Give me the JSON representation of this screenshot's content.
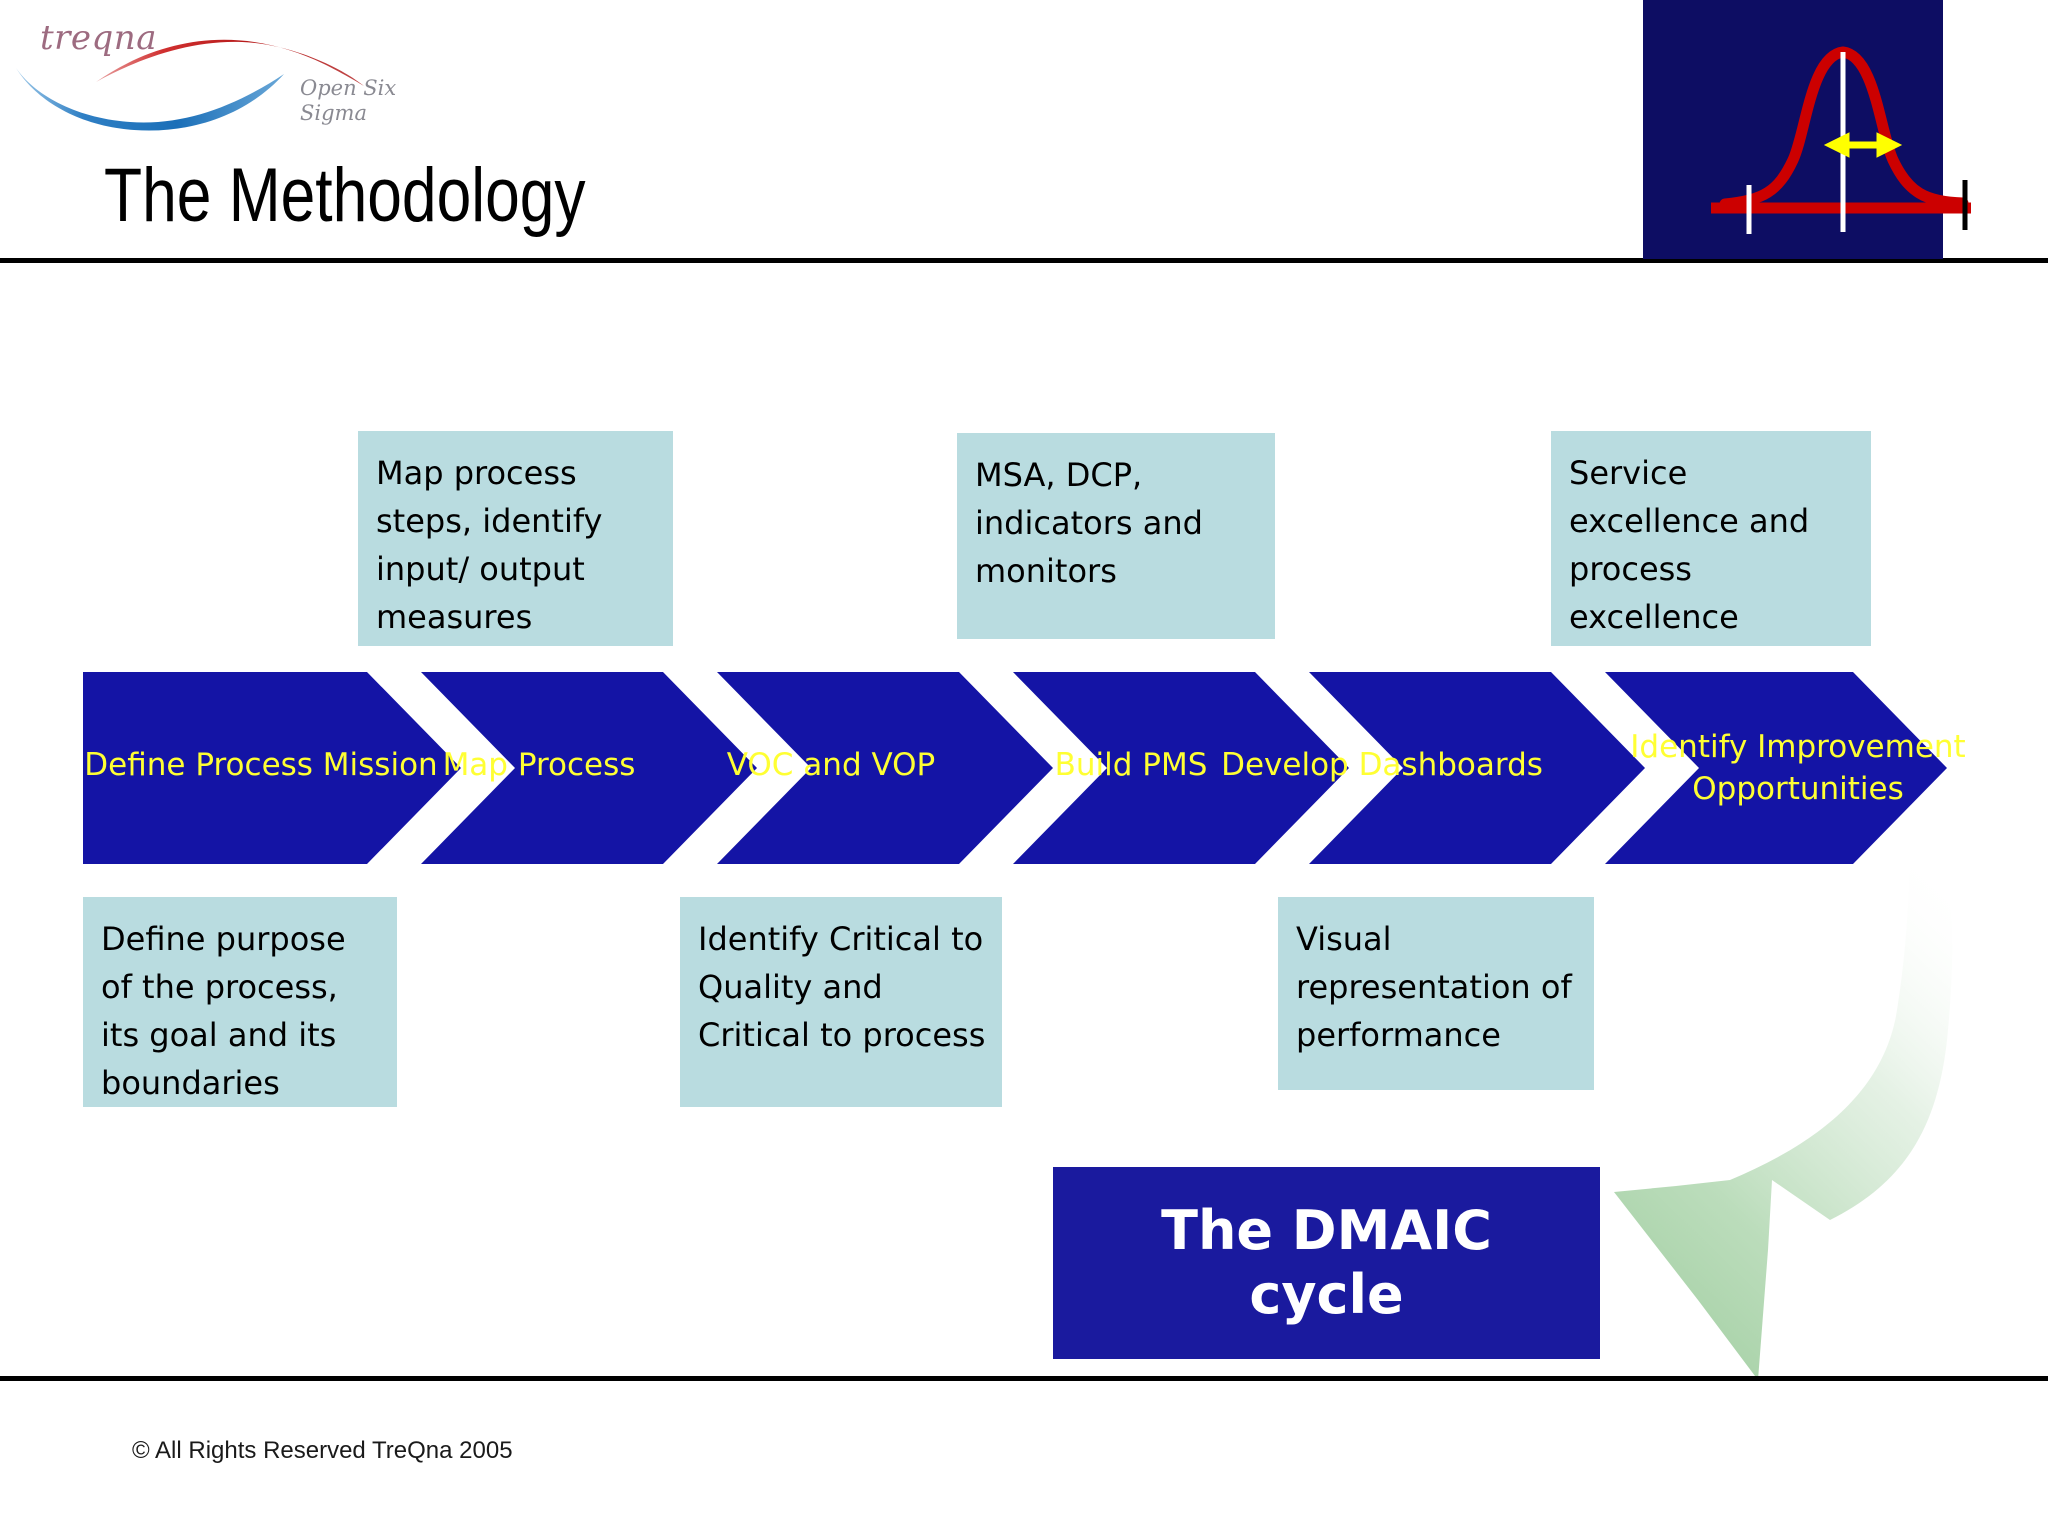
{
  "slide": {
    "title": "The Methodology",
    "footer": "© All Rights Reserved TreQna 2005"
  },
  "logo": {
    "wordmark": "treqna",
    "subtitle_line1": "Open Six",
    "subtitle_line2": "Sigma"
  },
  "colors": {
    "chevron_blue": "#1414a5",
    "chevron_label": "#ffff33",
    "callout_bg": "#b9dce0",
    "banner_bg": "#1a1a9e",
    "bellcurve_bg": "#0d0d63",
    "bellcurve_curve": "#cc0000",
    "bellcurve_arrow": "#ffff00",
    "green_arrow": "#a8cfa8",
    "rule": "#000000"
  },
  "bellcurve": {
    "icon_name": "normal-distribution-curve"
  },
  "process": {
    "steps": [
      {
        "label": "Define Process Mission",
        "lines": [
          "Define Process Mission"
        ]
      },
      {
        "label": "Map Process",
        "lines": [
          "Map Process"
        ]
      },
      {
        "label": "VOC and VOP",
        "lines": [
          "VOC and VOP"
        ]
      },
      {
        "label": "Build PMS",
        "lines": [
          "Build PMS"
        ]
      },
      {
        "label": "Develop Dashboards",
        "lines": [
          "Develop Dashboards"
        ]
      },
      {
        "label": "Identify Improvement Opportunities",
        "lines": [
          "Identify Improvement",
          "Opportunities"
        ]
      }
    ]
  },
  "callouts_top": [
    {
      "text": "Map process steps, identify input/ output measures"
    },
    {
      "text": "MSA, DCP, indicators and monitors"
    },
    {
      "text": "Service excellence and process excellence"
    }
  ],
  "callouts_bottom": [
    {
      "text": "Define purpose of the process, its goal and its boundaries"
    },
    {
      "text": "Identify Critical to Quality and Critical to process"
    },
    {
      "text": "Visual representation of performance"
    }
  ],
  "banner": {
    "line1": "The DMAIC",
    "line2": "cycle"
  }
}
